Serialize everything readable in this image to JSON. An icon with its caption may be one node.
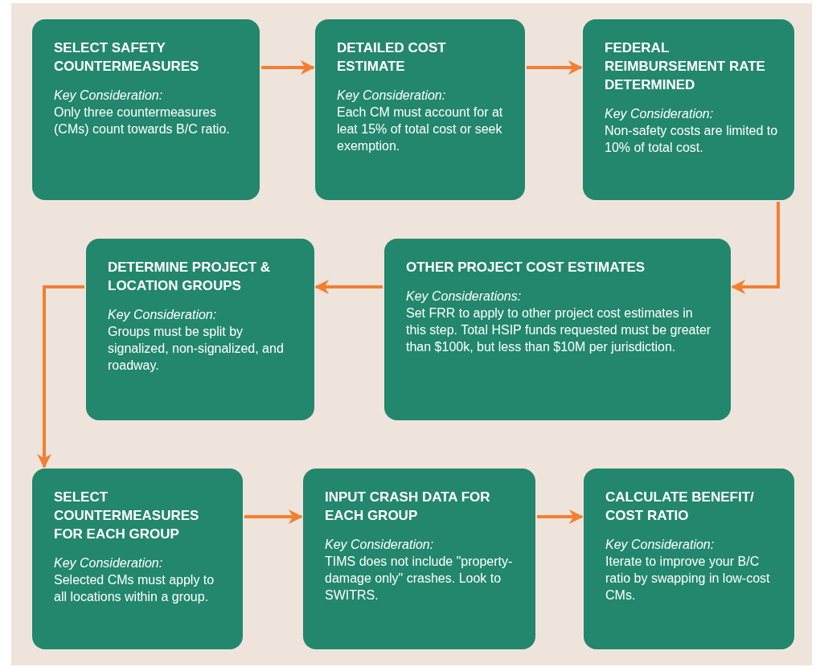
{
  "diagram": {
    "nodes": [
      {
        "text": [
          "SELECT SAFETY COUNTERMEASURES",
          "Key Consideration:",
          "Only three countermeasures (CMs) count towards B/C ratio."
        ]
      },
      {
        "text": [
          "DETAILED COST ESTIMATE",
          "Key Consideration:",
          "Each CM must account for at leat 15% of total cost or seek exemption."
        ]
      },
      {
        "text": [
          "FEDERAL REIMBURSEMENT RATE DETERMINED",
          "Key Consideration:",
          "Non-safety costs are limited to 10% of total cost."
        ]
      },
      {
        "text": [
          "DETERMINE PROJECT & LOCATION GROUPS",
          "Key Consideration:",
          "Groups must be split by signalized, non-signalized, and roadway."
        ]
      },
      {
        "text": [
          "OTHER PROJECT COST ESTIMATES",
          "Key Considerations:",
          "Set FRR to apply to other project cost estimates in this step. Total HSIP funds requested must be greater than $100k, but less than $10M per jurisdiction."
        ]
      },
      {
        "text": [
          "SELECT COUNTERMEASURES FOR EACH GROUP",
          "Key Consideration:",
          "Selected CMs must apply to all locations within a group."
        ]
      },
      {
        "text": [
          "INPUT CRASH DATA FOR EACH GROUP",
          "Key Consideration:",
          "TIMS does not include \"property-damage only\" crashes. Look to SWITRS."
        ]
      },
      {
        "text": [
          "CALCULATE BENEFIT/ COST RATIO",
          "Key Consideration:",
          "Iterate to improve your B/C ratio by swapping in low-cost CMs."
        ]
      }
    ],
    "edges": [
      {
        "from": 0,
        "to": 1,
        "arrow": "to"
      },
      {
        "from": 1,
        "to": 2,
        "arrow": "to"
      },
      {
        "from": 2,
        "to": 4,
        "arrow": "to"
      },
      {
        "from": 4,
        "to": 3,
        "arrow": "to"
      },
      {
        "from": 3,
        "to": 5,
        "arrow": "to"
      },
      {
        "from": 5,
        "to": 6,
        "arrow": "to"
      },
      {
        "from": 6,
        "to": 7,
        "arrow": "to"
      }
    ]
  }
}
